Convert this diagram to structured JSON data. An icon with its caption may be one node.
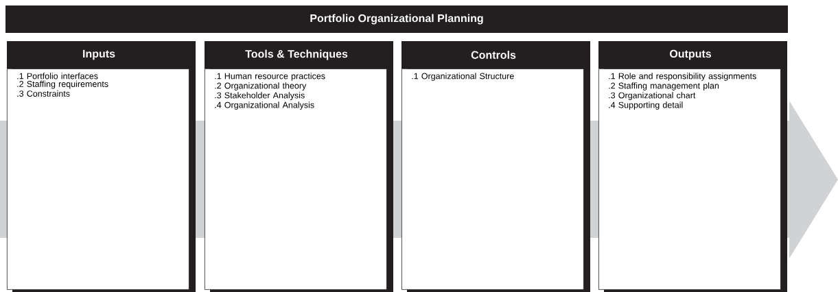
{
  "diagram": {
    "nodes": [
      {
        "text": [
          "Portfolio Organizational Planning"
        ]
      },
      {
        "text": [
          "Inputs",
          ".1 Portfolio interfaces",
          ".2 Staffing requirements",
          ".3 Constraints"
        ]
      },
      {
        "text": [
          "Tools & Techniques",
          ".1 Human resource practices",
          ".2 Organizational theory",
          ".3 Stakeholder Analysis",
          ".4 Organizational Analysis"
        ]
      },
      {
        "text": [
          "Controls",
          ".1 Organizational Structure"
        ]
      },
      {
        "text": [
          "Outputs",
          ".1 Role and responsibility assignments",
          ".2 Staffing management plan",
          ".3 Organizational chart",
          ".4 Supporting detail"
        ]
      }
    ]
  }
}
